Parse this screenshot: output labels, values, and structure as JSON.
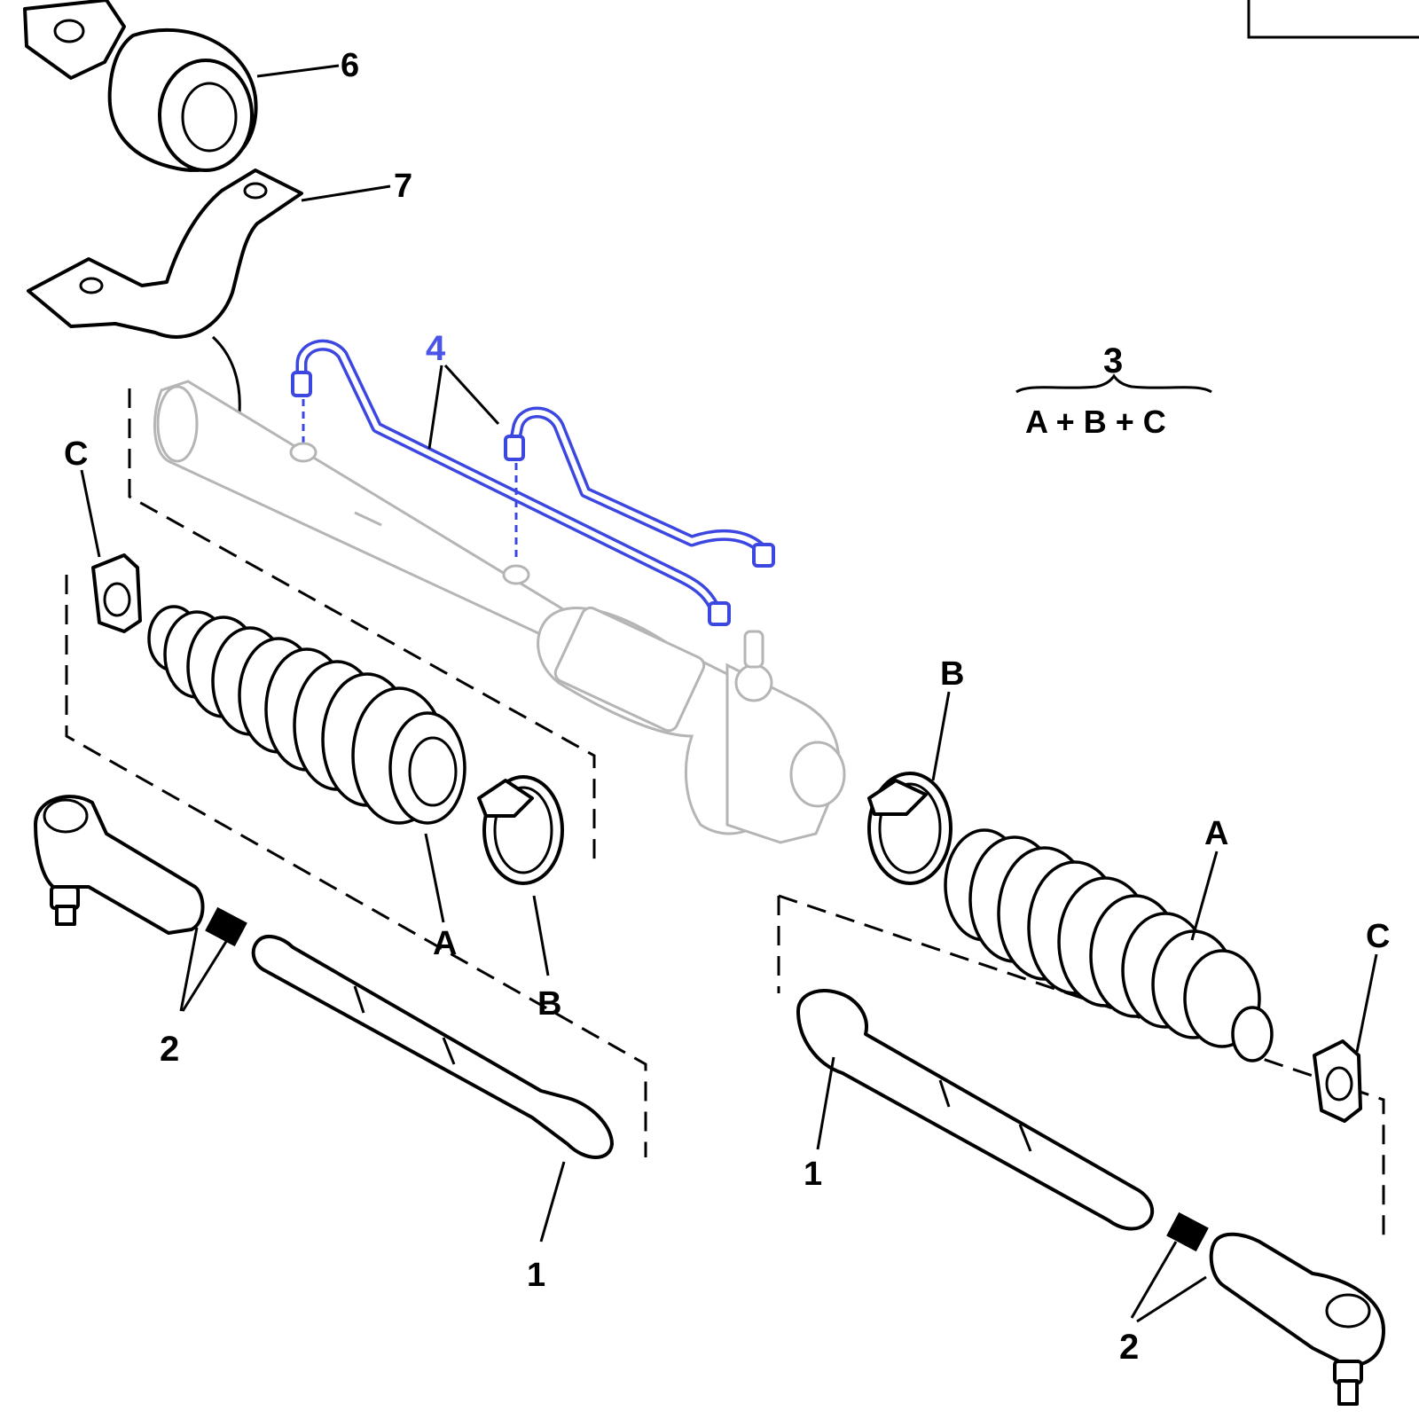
{
  "diagram": {
    "labels": {
      "mount_bush": "6",
      "mount_clamp": "7",
      "pipes": "4",
      "kit_number": "3",
      "kit_formula": "A + B + C",
      "left_clip": "C",
      "left_boot": "A",
      "left_clamp": "B",
      "left_shims": "2",
      "left_inner_rod": "1",
      "right_clamp": "B",
      "right_boot": "A",
      "right_clip": "C",
      "right_inner_rod": "1",
      "right_shims": "2"
    },
    "colors": {
      "line": "#000000",
      "pipe_highlight": "#3b47e0",
      "ghost_rack": "#b5b5b5",
      "background": "#ffffff"
    }
  }
}
